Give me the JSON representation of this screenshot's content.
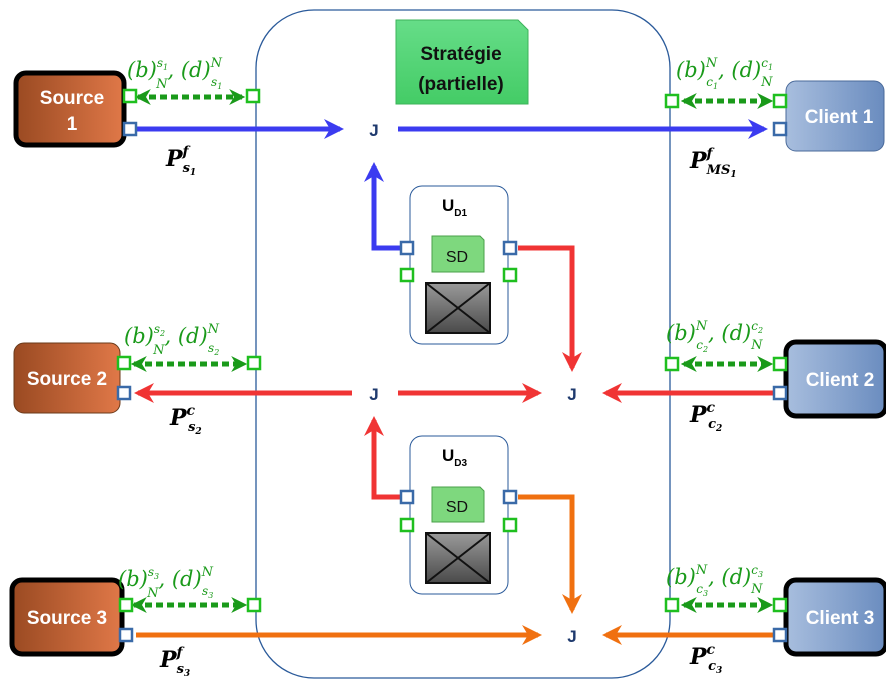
{
  "strategy": {
    "line1": "Stratégie",
    "line2": "(partielle)"
  },
  "sources": [
    {
      "line1": "Source",
      "line2": "1"
    },
    {
      "label": "Source 2"
    },
    {
      "label": "Source 3"
    }
  ],
  "clients": [
    {
      "label": "Client 1"
    },
    {
      "label": "Client 2"
    },
    {
      "label": "Client 3"
    }
  ],
  "junction_label": "J",
  "units": [
    {
      "main": "U",
      "sub": "D1",
      "sd": "SD"
    },
    {
      "main": "U",
      "sub": "D3",
      "sd": "SD"
    }
  ],
  "colors": {
    "blue": "#3b3bf0",
    "red": "#f03434",
    "orange": "#f07010",
    "green": "#1a9a1a"
  }
}
